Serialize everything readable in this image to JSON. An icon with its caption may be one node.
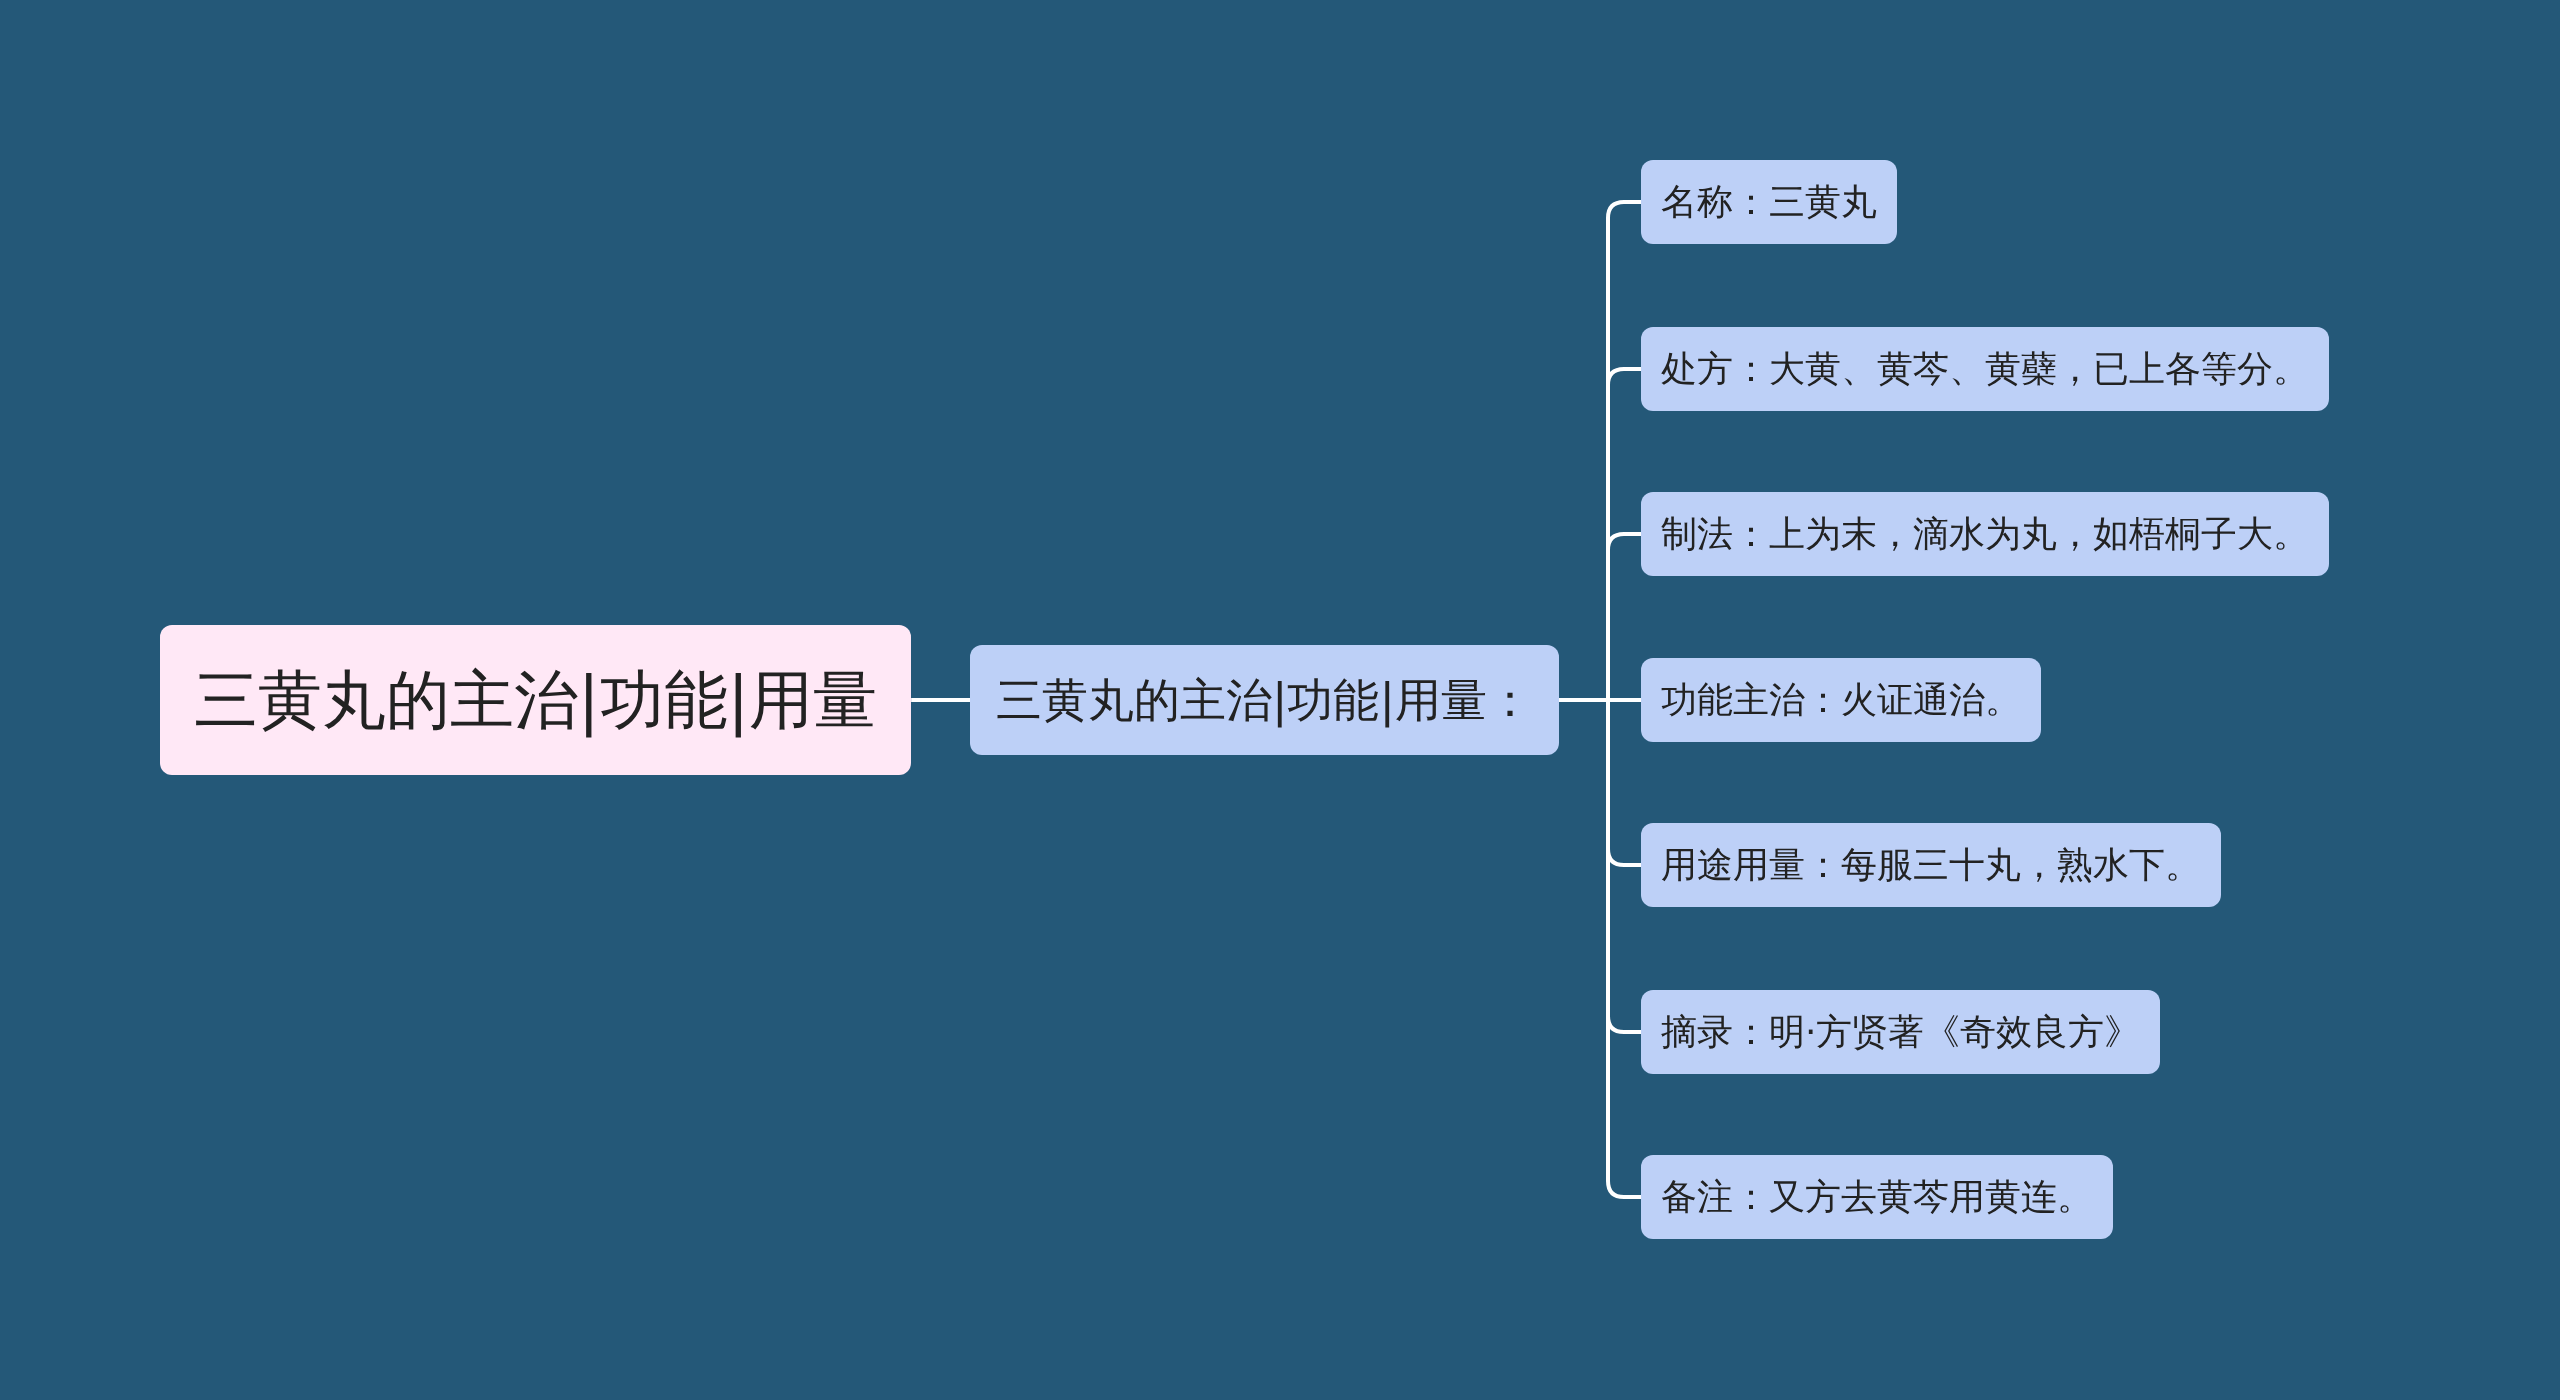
{
  "diagram": {
    "nodes": [
      {
        "text": [
          "三黄丸的主治|功能|用量"
        ]
      },
      {
        "text": [
          "三黄丸的主治|功能|用量："
        ]
      },
      {
        "text": [
          "名称：三黄丸"
        ]
      },
      {
        "text": [
          "处方：大黄、黄芩、黄蘗，已上各等分。"
        ]
      },
      {
        "text": [
          "制法：上为末，滴水为丸，如梧桐子大。"
        ]
      },
      {
        "text": [
          "功能主治：火证通治。"
        ]
      },
      {
        "text": [
          "用途用量：每服三十丸，熟水下。"
        ]
      },
      {
        "text": [
          "摘录：明·方贤著《奇效良方》"
        ]
      },
      {
        "text": [
          "备注：又方去黄芩用黄连。"
        ]
      }
    ],
    "edges": [
      {
        "from": 0,
        "to": 1,
        "arrow": "none"
      },
      {
        "from": 1,
        "to": 2,
        "arrow": "none"
      },
      {
        "from": 1,
        "to": 3,
        "arrow": "none"
      },
      {
        "from": 1,
        "to": 4,
        "arrow": "none"
      },
      {
        "from": 1,
        "to": 5,
        "arrow": "none"
      },
      {
        "from": 1,
        "to": 6,
        "arrow": "none"
      },
      {
        "from": 1,
        "to": 7,
        "arrow": "none"
      },
      {
        "from": 1,
        "to": 8,
        "arrow": "none"
      }
    ]
  }
}
